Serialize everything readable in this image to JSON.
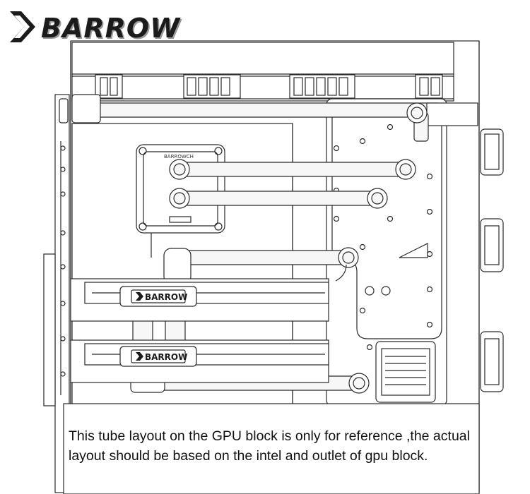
{
  "brand": {
    "name": "BARROW",
    "block_badges": [
      "BARROW",
      "BARROW"
    ],
    "cpu_block_logo": "BARROWCH"
  },
  "caption": {
    "line1": "This tube layout on the GPU block is only for reference ,the actual",
    "line2": "layout should be based on the intel and outlet of gpu block."
  },
  "colors": {
    "line": "#2a2a2a",
    "tube_fill": "#f7f7f7",
    "panel_fill": "#ffffff",
    "brand_dark": "#1b1b1b"
  }
}
